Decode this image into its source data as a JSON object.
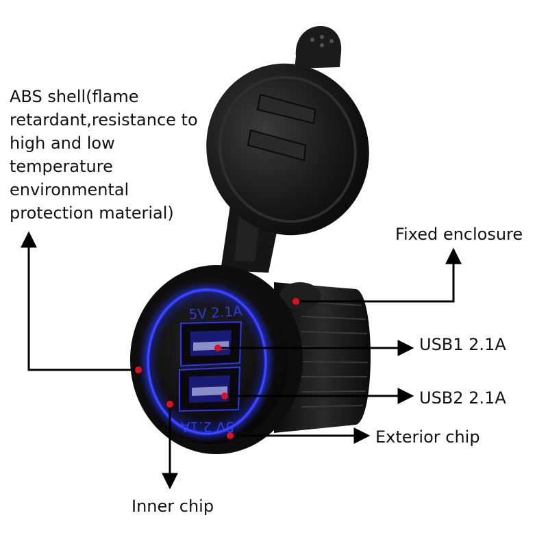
{
  "labels": {
    "abs_shell": [
      "ABS shell(flame",
      "retardant,resistance to",
      "high and low",
      "temperature",
      "environmental",
      "protection material)"
    ],
    "fixed_enclosure": "Fixed enclosure",
    "usb1": "USB1 2.1A",
    "usb2": "USB2 2.1A",
    "exterior_chip": "Exterior chip",
    "inner_chip": "Inner chip"
  },
  "port_markings": {
    "top": "5V 2.1A",
    "bottom": "5V 2.1A"
  },
  "colors": {
    "marker": "#e0101a",
    "arrow": "#000000",
    "led_ring": "#1f2bff",
    "body": "#141414"
  }
}
